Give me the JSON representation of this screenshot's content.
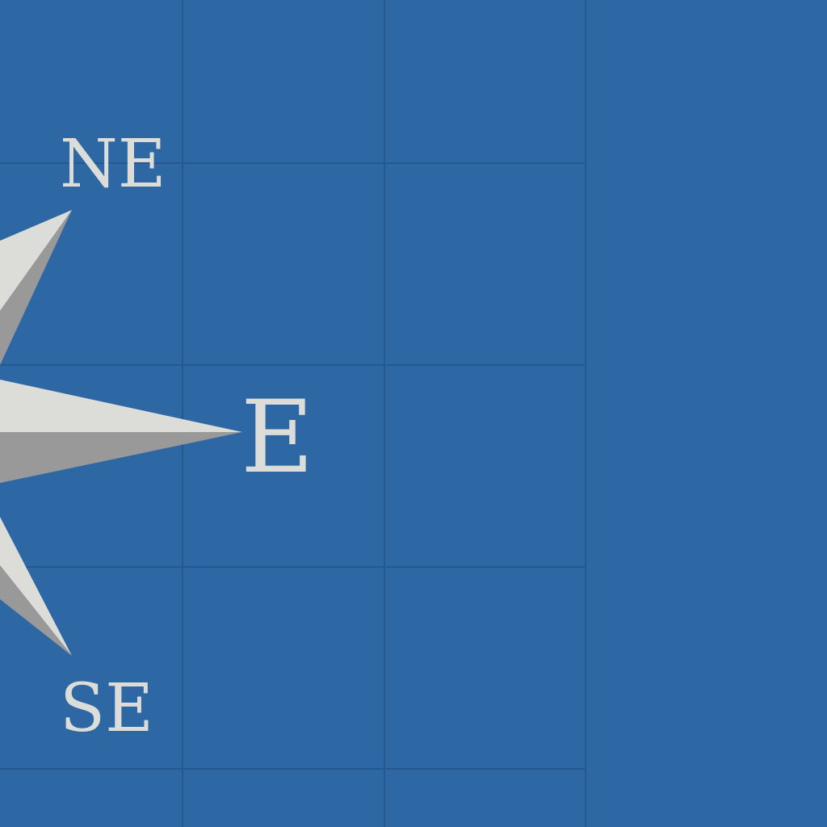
{
  "compass": {
    "labels": {
      "ne": "NE",
      "e": "E",
      "se": "SE"
    }
  },
  "colors": {
    "background": "#2d67a4",
    "grid_line": "#24588e",
    "star_light": "#dcdcd8",
    "star_dark": "#999999",
    "label": "#dcdcd8"
  }
}
